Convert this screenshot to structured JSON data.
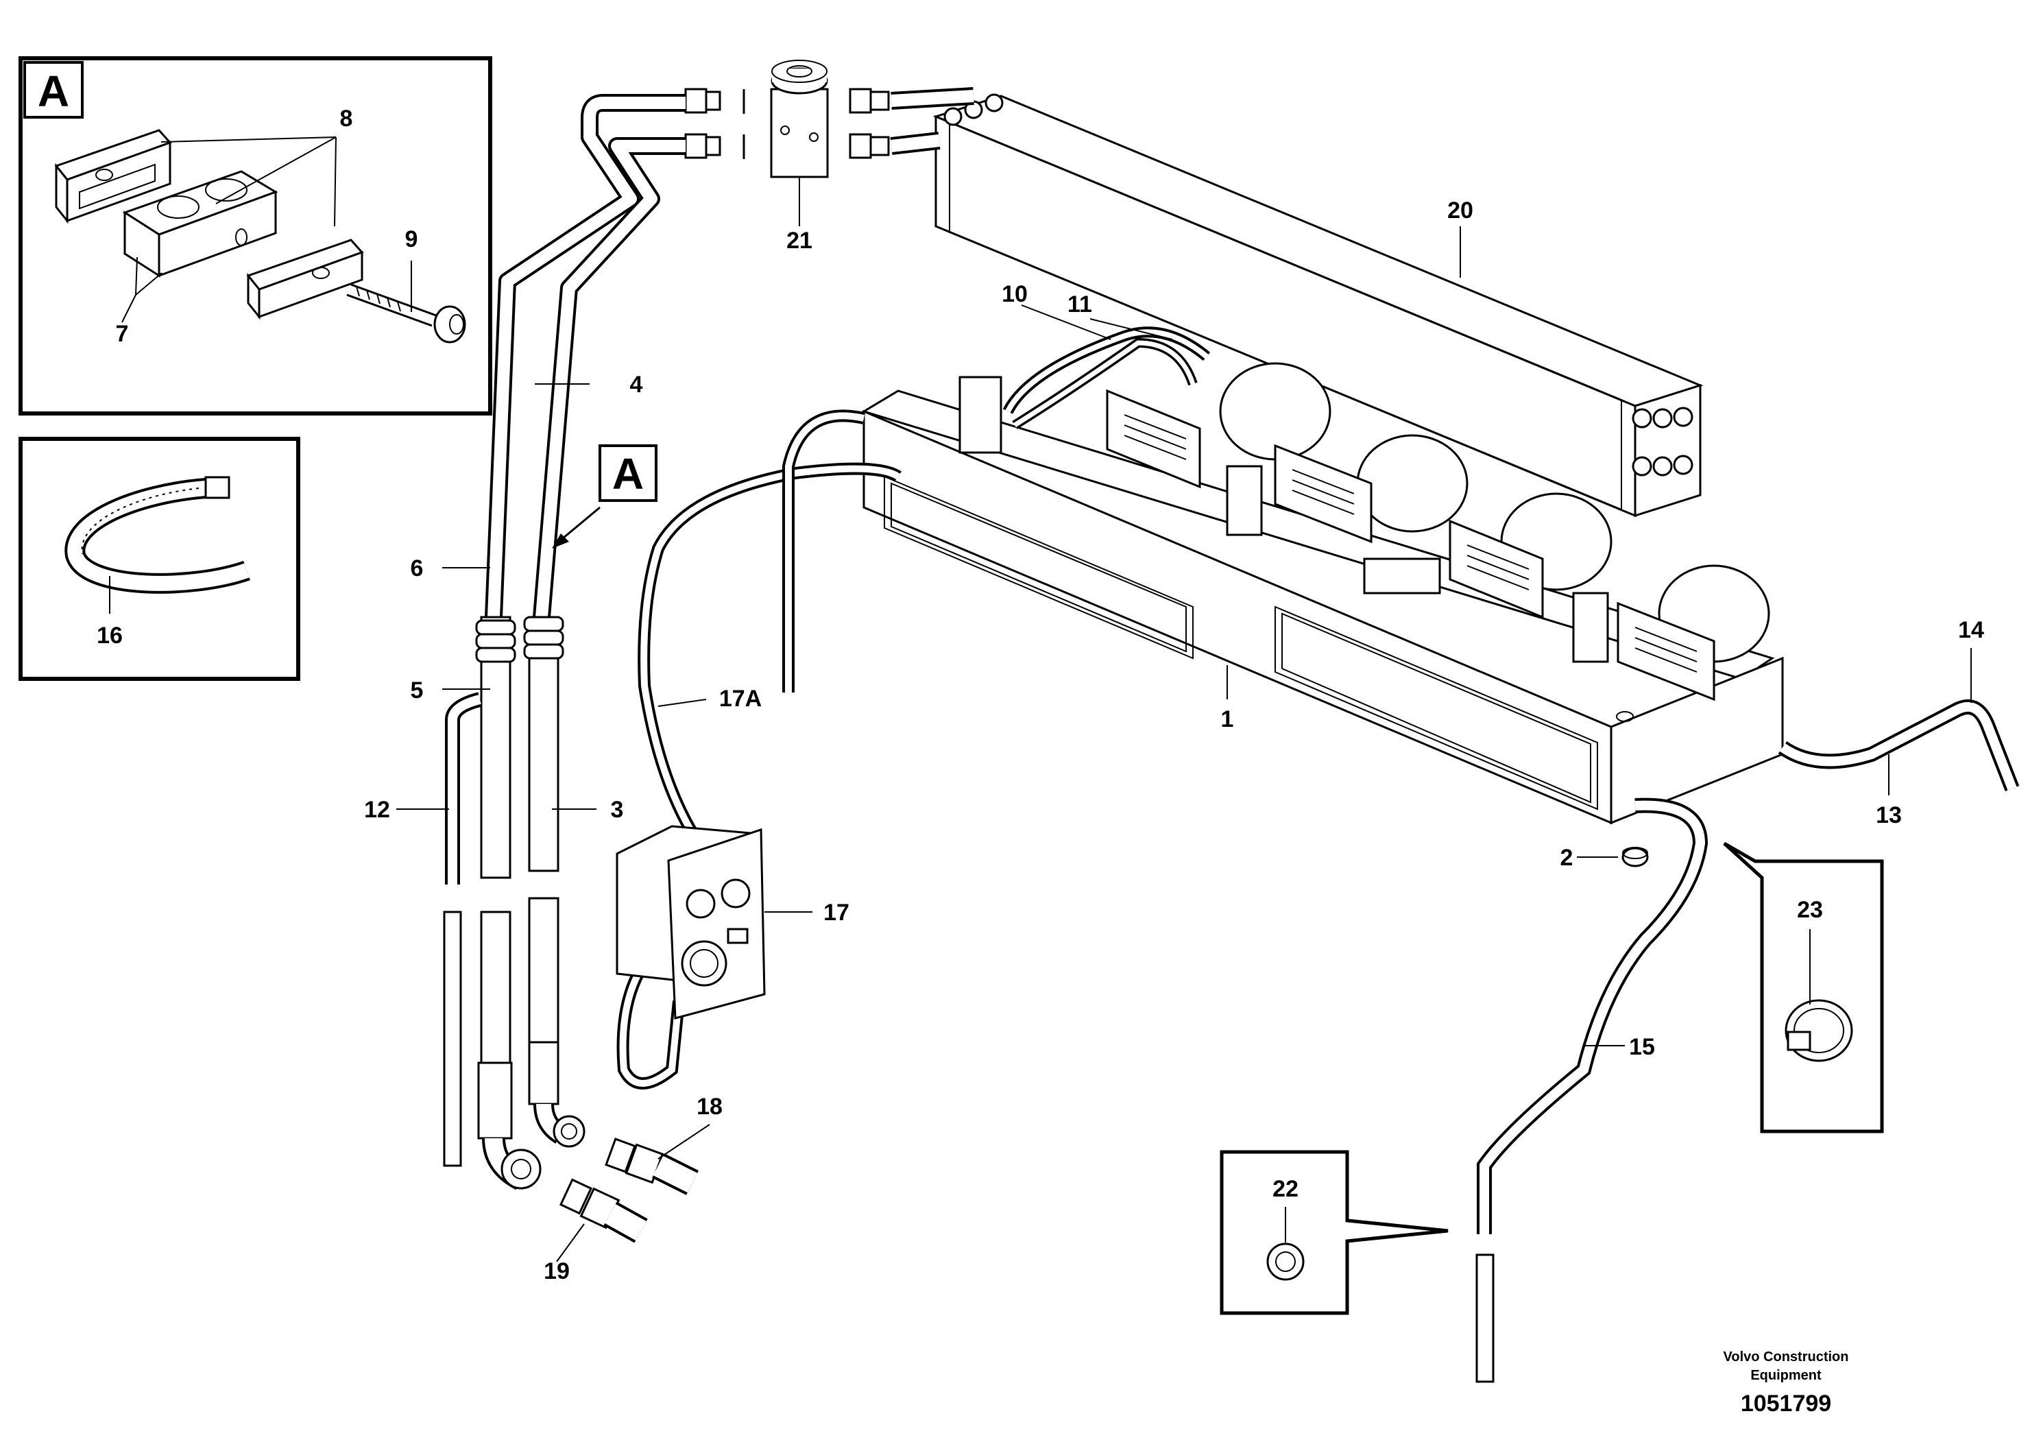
{
  "callouts": {
    "c1": "1",
    "c2": "2",
    "c3": "3",
    "c4": "4",
    "c5": "5",
    "c6": "6",
    "c7": "7",
    "c8": "8",
    "c9": "9",
    "c10": "10",
    "c11": "11",
    "c12": "12",
    "c13": "13",
    "c14": "14",
    "c15": "15",
    "c16": "16",
    "c17": "17",
    "c17a": "17A",
    "c18": "18",
    "c19": "19",
    "c20": "20",
    "c21": "21",
    "c22": "22",
    "c23": "23"
  },
  "detail_view": {
    "label": "A",
    "pointer_label": "A"
  },
  "footer": {
    "company_line1": "Volvo Construction",
    "company_line2": "Equipment",
    "drawing_number": "1051799"
  }
}
